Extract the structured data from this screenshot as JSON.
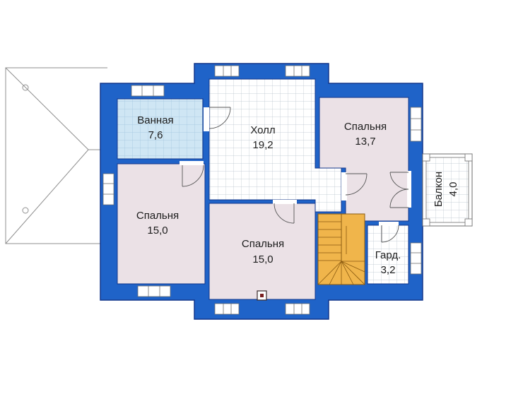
{
  "colors": {
    "wall": "#1f63c8",
    "wall_edge": "#14378a",
    "bath": "#cfe6f4",
    "hall": "#ffffff",
    "grid": "#b9c2cc",
    "bedroom": "#ebe1e6",
    "stairs": "#f0b54b",
    "roof_line": "#8f8f8f"
  },
  "rooms": {
    "bath": {
      "name": "Ванная",
      "area": "7,6"
    },
    "hall": {
      "name": "Холл",
      "area": "19,2"
    },
    "bedroom_ne": {
      "name": "Спальня",
      "area": "13,7"
    },
    "bedroom_w": {
      "name": "Спальня",
      "area": "15,0"
    },
    "bedroom_c": {
      "name": "Спальня",
      "area": "15,0"
    },
    "wardrobe": {
      "name": "Гард.",
      "area": "3,2"
    },
    "balcony": {
      "name": "Балкон",
      "area": "4,0"
    }
  }
}
